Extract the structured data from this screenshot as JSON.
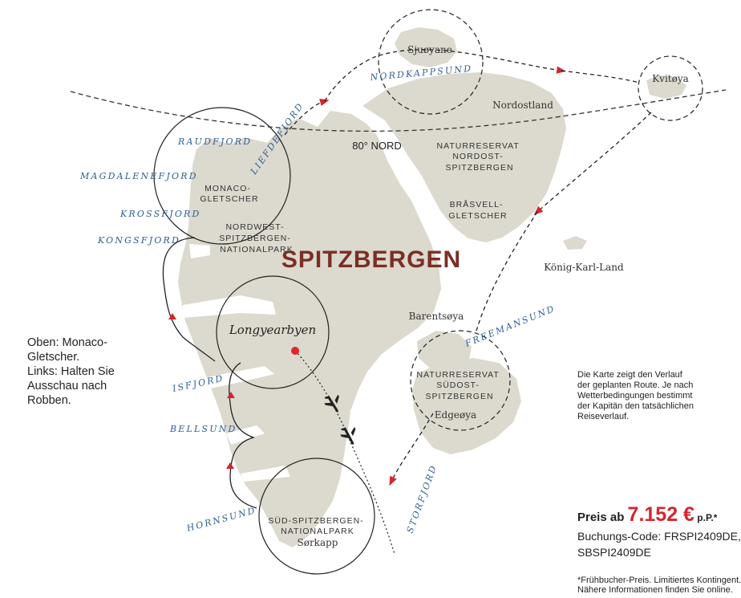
{
  "map": {
    "title": "SPITZBERGEN",
    "parallel_label": "80° NORD",
    "city": "Longyearbyen",
    "places": {
      "sjoyane": "Sjuøyane",
      "kvitoya": "Kvitøya",
      "nordostland": "Nordostland",
      "konig_karl_land": "König-Karl-Land",
      "barentsoya": "Barentsøya",
      "edgeoya": "Edgeøya",
      "sorkapp": "Sørkapp"
    },
    "fjords": {
      "nordkappsund": "NORDKAPPSUND",
      "liefdefjord": "LIEFDEFJORD",
      "raudfjord": "RAUDFJORD",
      "magdalenefjord": "MAGDALENEFJORD",
      "krossfjord": "KROSSFJORD",
      "kongsfjord": "KONGSFJORD",
      "isfjord": "ISFJORD",
      "bellsund": "BELLSUND",
      "hornsund": "HORNSUND",
      "freemansund": "FREEMANSUND",
      "storfjord": "STORFJORD"
    },
    "regions": {
      "monaco": [
        "MONACO-",
        "GLETSCHER"
      ],
      "nordwest": [
        "NORDWEST-",
        "SPITZBERGEN-",
        "NATIONALPARK"
      ],
      "nordost": [
        "NATURRESERVAT",
        "NORDOST-",
        "SPITZBERGEN"
      ],
      "brasvell": [
        "BRÅSVELL-",
        "GLETSCHER"
      ],
      "sudost": [
        "NATURRESERVAT",
        "SÜDOST-",
        "SPITZBERGEN"
      ],
      "sud": [
        "SÜD-SPITZBERGEN-",
        "NATIONALPARK"
      ]
    },
    "colors": {
      "land": "#dcd9ce",
      "route": "#333333",
      "arrow": "#d4262f",
      "city_marker": "#e0242c",
      "fjord_text": "#2f5d99",
      "title_text": "#7a2e24"
    }
  },
  "caption": {
    "lines": [
      "Oben: Monaco-",
      "Gletscher.",
      "Links: Halten Sie",
      "Ausschau nach",
      "Robben."
    ]
  },
  "note": {
    "lines": [
      "Die Karte zeigt den Verlauf",
      "der geplanten Route. Je nach",
      "Wetterbedingungen bestimmt",
      "der Kapitän den tatsächlichen",
      "Reiseverlauf."
    ]
  },
  "price": {
    "label": "Preis ab ",
    "amount": "7.152 €",
    "suffix": " p.P.*"
  },
  "booking": {
    "lines": [
      "Buchungs-Code: FRSPI2409DE,",
      "SBSPI2409DE"
    ]
  },
  "footnote": {
    "lines": [
      "*Frühbucher-Preis. Limitiertes Kontingent.",
      "Nähere Informationen finden Sie online."
    ]
  }
}
